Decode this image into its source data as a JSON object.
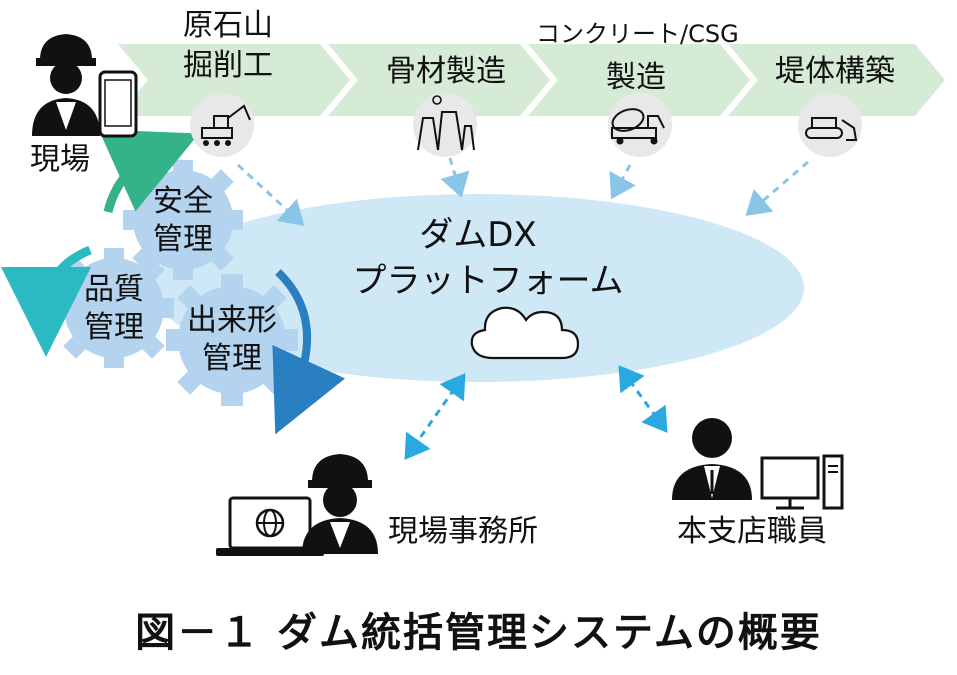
{
  "process": {
    "steps": [
      {
        "label_line1": "原石山",
        "label_line2": "掘削工",
        "icon": "excavator-icon"
      },
      {
        "label_line1": "骨材製造",
        "label_line2": "",
        "icon": "quarry-icon"
      },
      {
        "label_line1": "コンクリート/CSG",
        "label_line2": "製造",
        "icon": "mixer-truck-icon"
      },
      {
        "label_line1": "堤体構築",
        "label_line2": "",
        "icon": "bulldozer-icon"
      }
    ]
  },
  "site": {
    "label": "現場"
  },
  "gears": {
    "safety": {
      "line1": "安全",
      "line2": "管理"
    },
    "quality": {
      "line1": "品質",
      "line2": "管理"
    },
    "shape": {
      "line1": "出来形",
      "line2": "管理"
    }
  },
  "platform": {
    "line1": "ダムDX",
    "line2": "プラットフォーム"
  },
  "site_office": {
    "label": "現場事務所"
  },
  "head_office": {
    "label": "本支店職員"
  },
  "caption": "図－１ ダム統括管理システムの概要",
  "colors": {
    "arrow_fill": "#d6ebd6",
    "platform_fill": "#cfe8f6",
    "gear_fill": "#b4d3ee",
    "dashed_arrow": "#8ac4e6",
    "link_arrow": "#29a9e0",
    "cycle_green": "#34b38a",
    "cycle_teal": "#2bb9c2",
    "cycle_blue": "#2a7fc1"
  }
}
